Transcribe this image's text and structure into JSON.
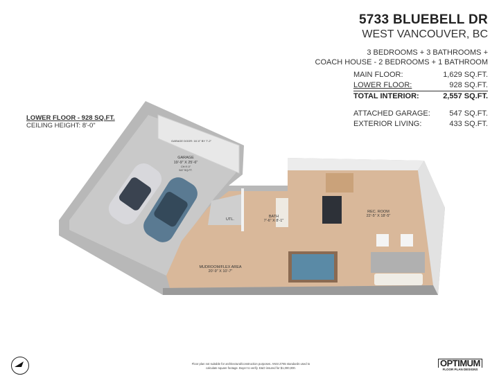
{
  "header": {
    "address": "5733 BLUEBELL DR",
    "city": "WEST VANCOUVER, BC",
    "beds_line1": "3 BEDROOMS + 3 BATHROOMS +",
    "beds_line2": "COACH HOUSE - 2 BEDROOMS + 1 BATHROOM"
  },
  "areas": [
    {
      "label": "MAIN FLOOR:",
      "value": "1,629 SQ.FT."
    },
    {
      "label": "LOWER FLOOR:",
      "value": "928 SQ.FT."
    },
    {
      "label": "TOTAL INTERIOR:",
      "value": "2,557 SQ.FT."
    },
    {
      "label": "ATTACHED GARAGE:",
      "value": "547 SQ.FT."
    },
    {
      "label": "EXTERIOR LIVING:",
      "value": "433 SQ.FT."
    }
  ],
  "floor_label": {
    "title": "LOWER FLOOR - 928 SQ.FT.",
    "ceiling": "CEILING HEIGHT: 8'-0\""
  },
  "rooms": {
    "garage_door": "GARAGE DOOR: 16'-0\" BY 7'-2\"",
    "garage": {
      "name": "GARAGE",
      "dims": "19'-9\" X 25'-6\"",
      "ch": "CH:9'-0\"",
      "area": "547 SQ.FT."
    },
    "utility": {
      "name": "UTL."
    },
    "bath": {
      "name": "BATH",
      "dims": "7'-6\" X 8'-1\""
    },
    "rec": {
      "name": "REC. ROOM",
      "dims": "22'-5\" X 18'-5\""
    },
    "mudroom": {
      "name": "MUDROOM/FLEX AREA",
      "dims": "20'-9\" X 10'-7\""
    }
  },
  "footer": {
    "disclaimer_1": "Floor plan not suitable for architectural/construction purposes. ANSI Z765 standards used to",
    "disclaimer_2": "calculate square footage. Buyer to verify. E&O insured for $1,000,000.",
    "logo_main": "OPTIMUM",
    "logo_sub": "FLOOR PLAN DESIGNS"
  },
  "colors": {
    "wood": "#d9b89a",
    "garage_floor": "#c9c9c9",
    "wall": "#ececec",
    "car_white": "#d8d8dc",
    "car_blue": "#5a7a92",
    "pool_felt": "#5a8aa6"
  }
}
